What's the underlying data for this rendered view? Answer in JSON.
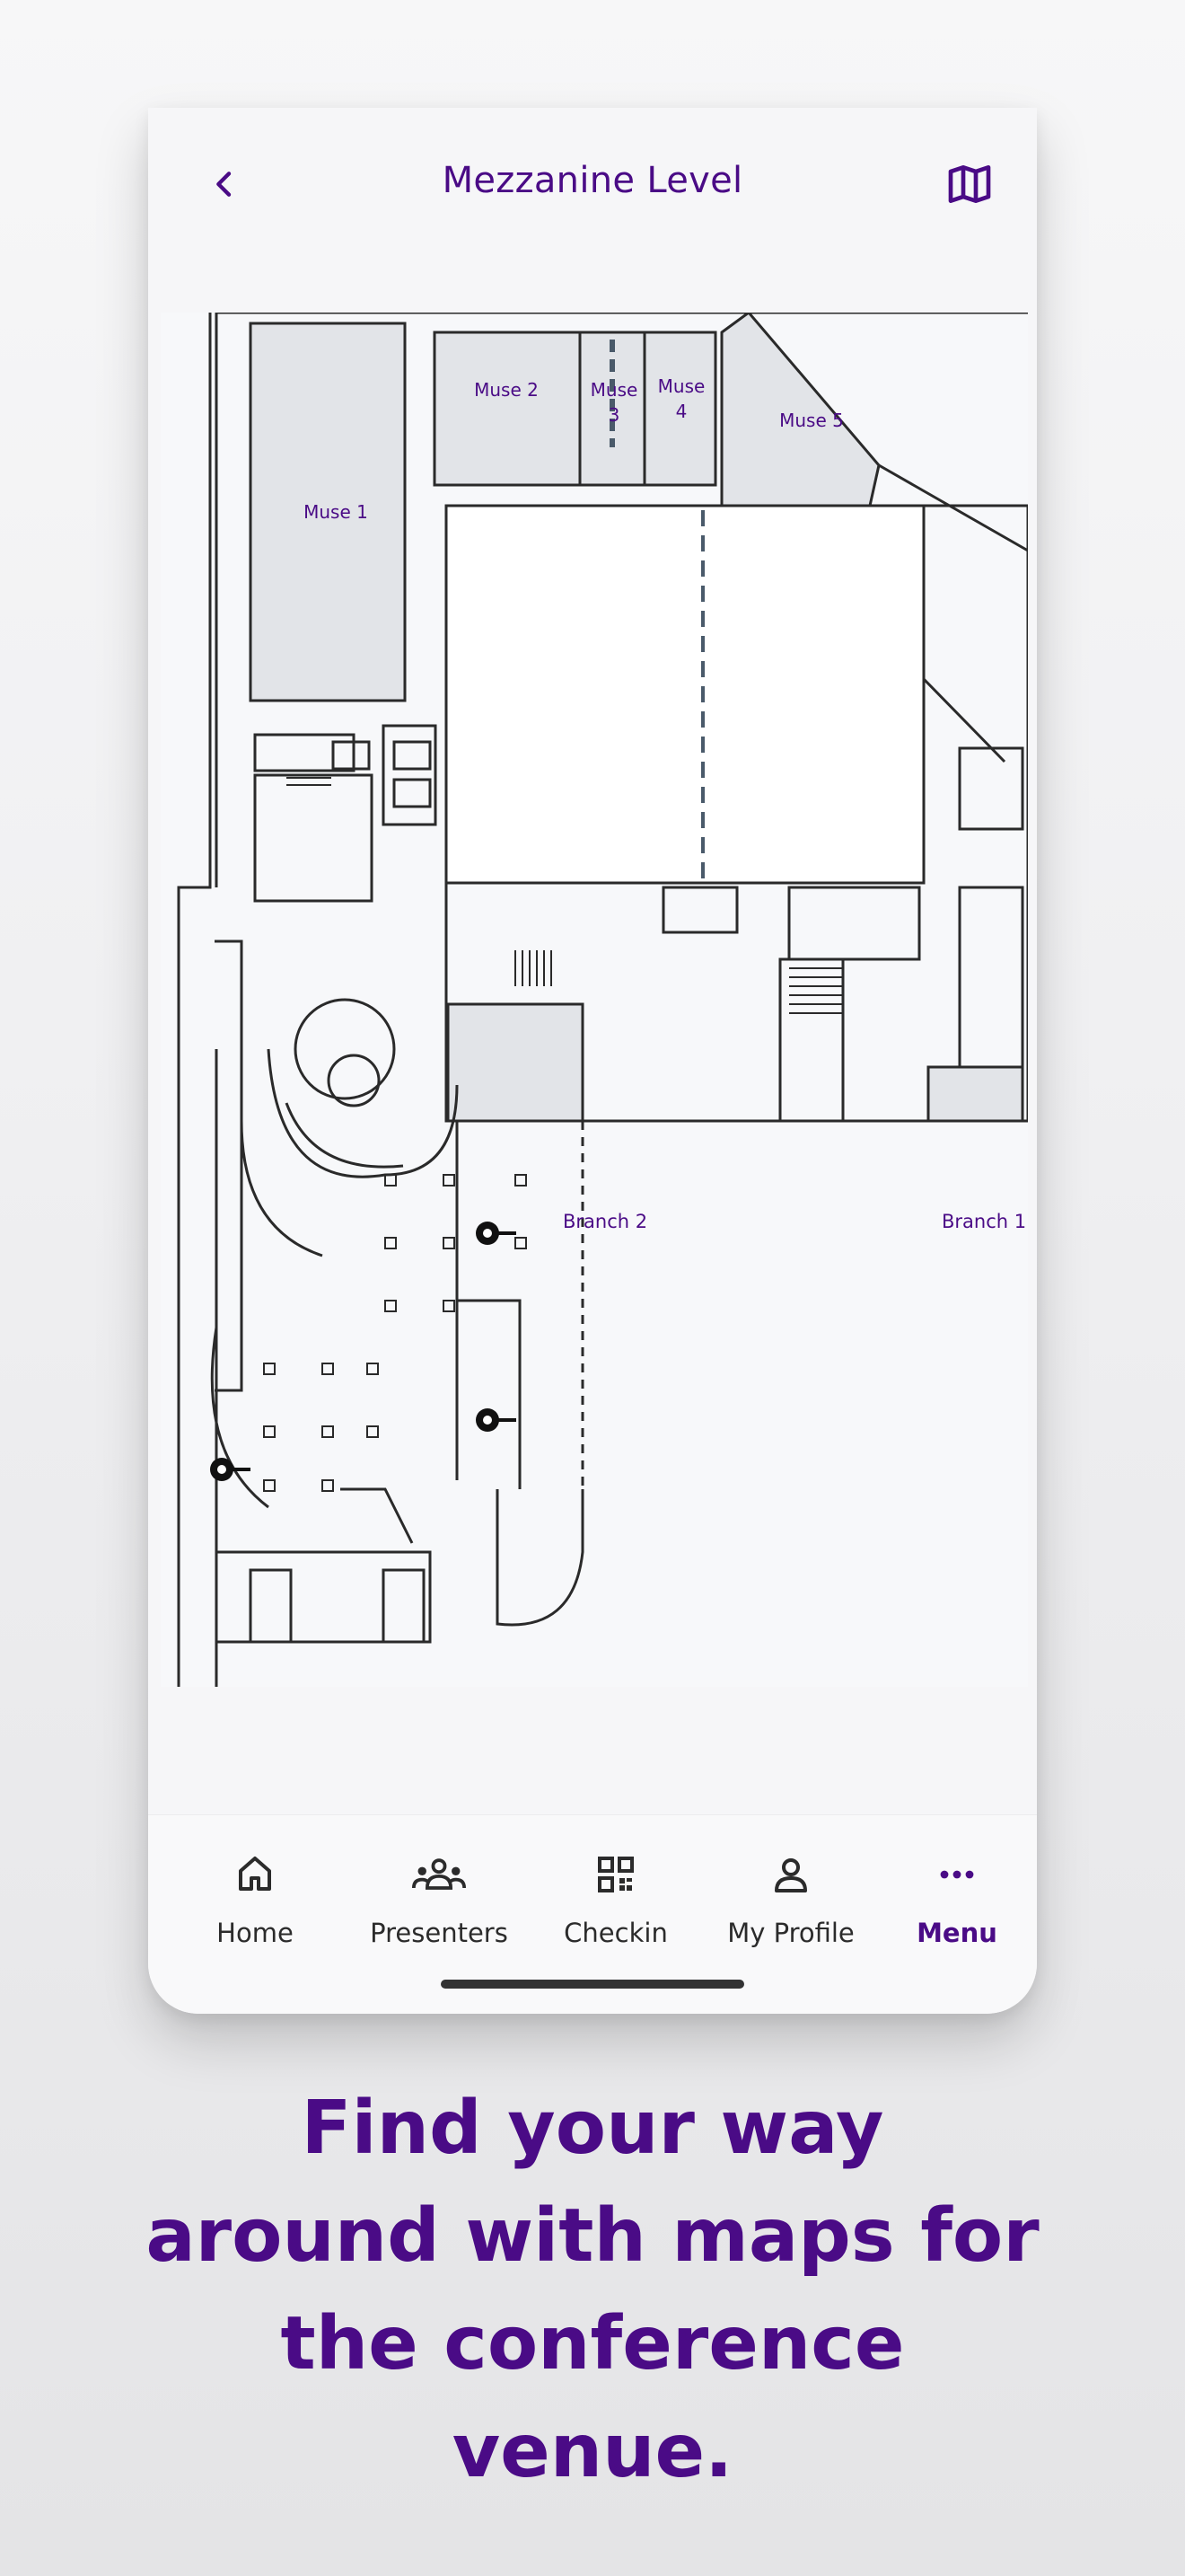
{
  "header": {
    "title": "Mezzanine Level",
    "back_icon": "chevron-left-icon",
    "map_icon": "map-icon"
  },
  "map": {
    "rooms": [
      {
        "id": "muse1",
        "label": "Muse 1"
      },
      {
        "id": "muse2",
        "label": "Muse 2"
      },
      {
        "id": "muse3",
        "label": "Muse\n3"
      },
      {
        "id": "muse4",
        "label": "Muse\n4"
      },
      {
        "id": "muse5",
        "label": "Muse 5"
      }
    ],
    "branches": [
      "Branch 2",
      "Branch 1"
    ],
    "pin_icon": "map-pin-icon"
  },
  "nav": {
    "items": [
      {
        "label": "Home",
        "icon": "home-icon",
        "active": false
      },
      {
        "label": "Presenters",
        "icon": "people-icon",
        "active": false
      },
      {
        "label": "Checkin",
        "icon": "qr-code-icon",
        "active": false
      },
      {
        "label": "My Profile",
        "icon": "person-icon",
        "active": false
      },
      {
        "label": "Menu",
        "icon": "more-dots-icon",
        "active": true
      }
    ]
  },
  "tagline": "Find your way around with maps for the conference venue.",
  "colors": {
    "accent": "#4a0b86",
    "room_fill": "#e2e4e8",
    "wall": "#2a2a2a"
  }
}
